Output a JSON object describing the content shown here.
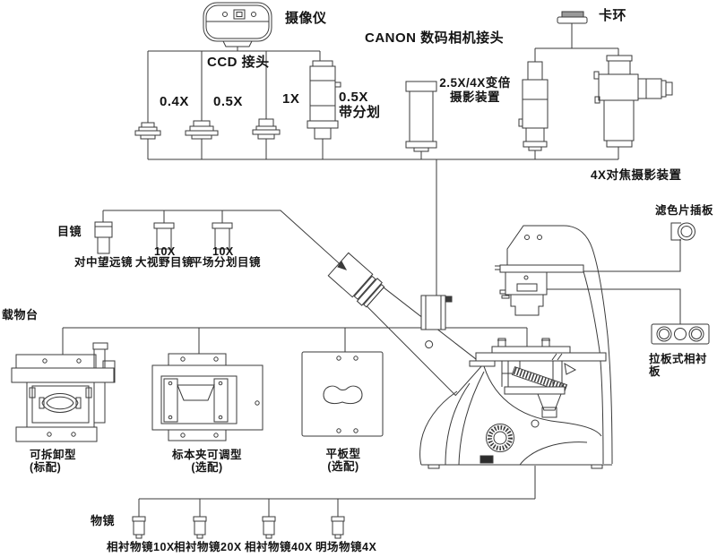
{
  "colors": {
    "line": "#3a3a3a",
    "text": "#141414",
    "background": "#ffffff",
    "ring_cap_gray": "#9a9a9a"
  },
  "camera_section": {
    "camera": "摄像仪",
    "canon_adapter": "CANON 数码相机接头",
    "clamp_ring": "卡环",
    "ccd_adapter": "CCD 接头",
    "adapters": [
      "0.4X",
      "0.5X",
      "1X"
    ],
    "reticle_adapter": "0.5X\n带分划",
    "zoom_device": "2.5X/4X变倍\n摄影装置",
    "focus_device": "4X对焦摄影装置"
  },
  "eyepiece_section": {
    "label": "目镜",
    "items": [
      {
        "mag": "",
        "name": "对中望远镜"
      },
      {
        "mag": "10X",
        "name": "大视野目镜"
      },
      {
        "mag": "10X",
        "name": "平场分划目镜"
      }
    ]
  },
  "stage_section": {
    "label": "载物台",
    "items": [
      {
        "name": "可拆卸型",
        "note": "(标配)"
      },
      {
        "name": "标本夹可调型",
        "note": "(选配)"
      },
      {
        "name": "平板型",
        "note": "(选配)"
      }
    ]
  },
  "objective_section": {
    "label": "物镜",
    "items": [
      "相衬物镜10X",
      "相衬物镜20X",
      "相衬物镜40X",
      "明场物镜4X"
    ]
  },
  "illumination_accessories": {
    "filter_slider": "滤色片插板",
    "phase_plate": "拉板式相衬板"
  }
}
